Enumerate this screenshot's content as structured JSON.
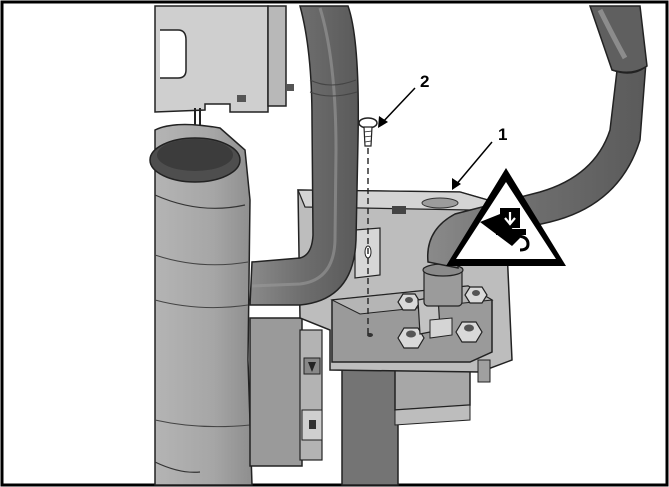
{
  "figure": {
    "callouts": [
      {
        "number": "1",
        "part": "guard-cover"
      },
      {
        "number": "2",
        "part": "screw"
      }
    ],
    "warning_icon": "hand-crush-warning-icon",
    "colors": {
      "frame": "#000000",
      "part_light": "#c8c8c8",
      "part_mid": "#9e9e9e",
      "part_dark": "#6f6f6f",
      "hose": "#7a7a7a",
      "hose_shade": "#5c5c5c",
      "warning_fill": "#ffffff"
    }
  }
}
